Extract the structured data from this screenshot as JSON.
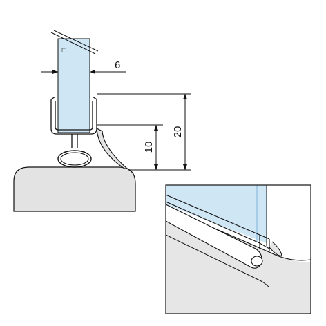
{
  "dimensions": {
    "glass_thickness": "6",
    "seal_total_height": "20",
    "seal_lower_height": "10"
  },
  "colors": {
    "glass": "#cfe6f5",
    "glass_edge": "#7fb3d9",
    "base": "#e3e3e3",
    "detail_base": "#e6e6e6",
    "line": "#111111"
  }
}
